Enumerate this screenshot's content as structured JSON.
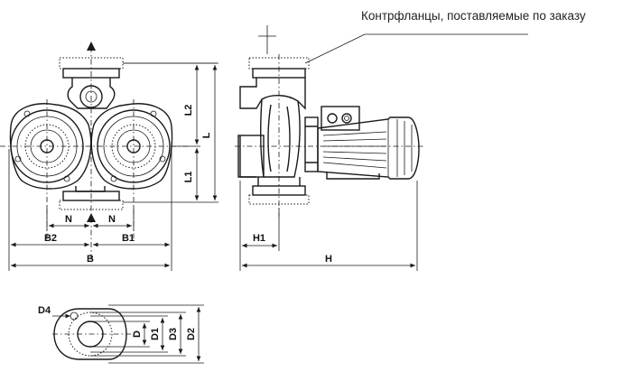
{
  "note": "Контрфланцы, поставляемые по заказу",
  "labels": {
    "L2": "L2",
    "L1": "L1",
    "L": "L",
    "N_left": "N",
    "N_right": "N",
    "B2": "B2",
    "B1": "B1",
    "B": "B",
    "H1": "H1",
    "H": "H",
    "D4": "D4",
    "D": "D",
    "D1": "D1",
    "D3": "D3",
    "D2": "D2"
  }
}
